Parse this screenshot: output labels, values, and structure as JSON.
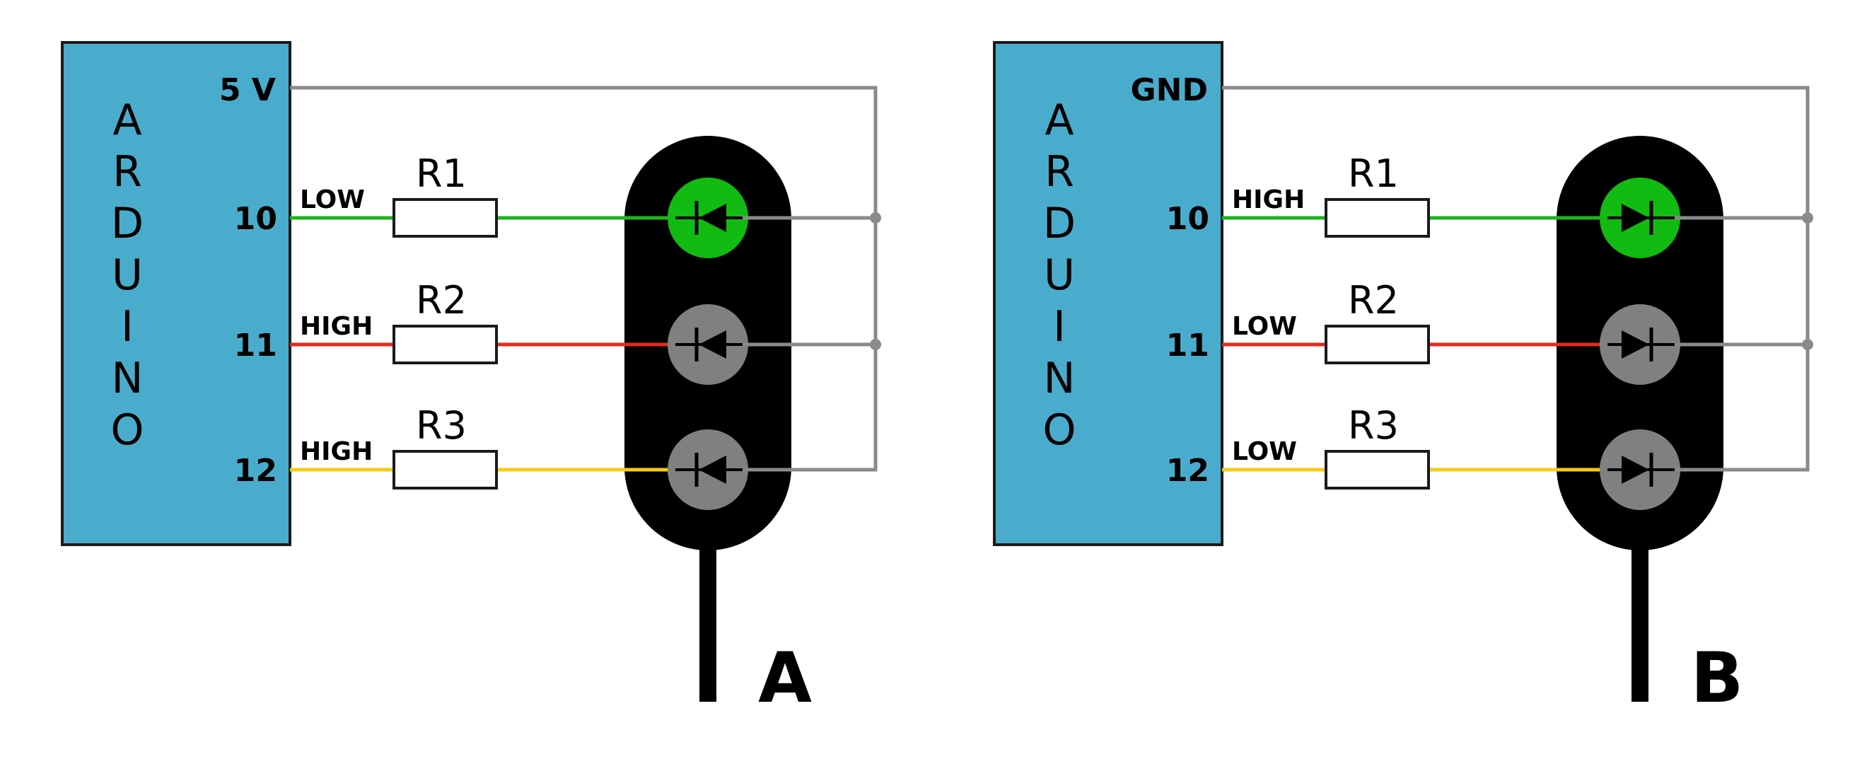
{
  "colors": {
    "arduino": "#4aaccd",
    "wire_gray": "#8a8a8a",
    "wire_green": "#1fb51f",
    "wire_red": "#e02a1e",
    "wire_yellow": "#f5cc12",
    "led_on": "#11bb11",
    "led_off": "#808080",
    "housing": "#000000"
  },
  "panels": [
    {
      "id": "A",
      "label": "A",
      "board_name": [
        "A",
        "R",
        "D",
        "U",
        "I",
        "N",
        "O"
      ],
      "supply_label": "5 V",
      "diode_direction": "left",
      "rows": [
        {
          "pin": "10",
          "level": "LOW",
          "resistor": "R1",
          "wire_color": "green",
          "led_state": "on"
        },
        {
          "pin": "11",
          "level": "HIGH",
          "resistor": "R2",
          "wire_color": "red",
          "led_state": "off"
        },
        {
          "pin": "12",
          "level": "HIGH",
          "resistor": "R3",
          "wire_color": "yellow",
          "led_state": "off"
        }
      ]
    },
    {
      "id": "B",
      "label": "B",
      "board_name": [
        "A",
        "R",
        "D",
        "U",
        "I",
        "N",
        "O"
      ],
      "supply_label": "GND",
      "diode_direction": "right",
      "rows": [
        {
          "pin": "10",
          "level": "HIGH",
          "resistor": "R1",
          "wire_color": "green",
          "led_state": "on"
        },
        {
          "pin": "11",
          "level": "LOW",
          "resistor": "R2",
          "wire_color": "red",
          "led_state": "off"
        },
        {
          "pin": "12",
          "level": "LOW",
          "resistor": "R3",
          "wire_color": "yellow",
          "led_state": "off"
        }
      ]
    }
  ]
}
